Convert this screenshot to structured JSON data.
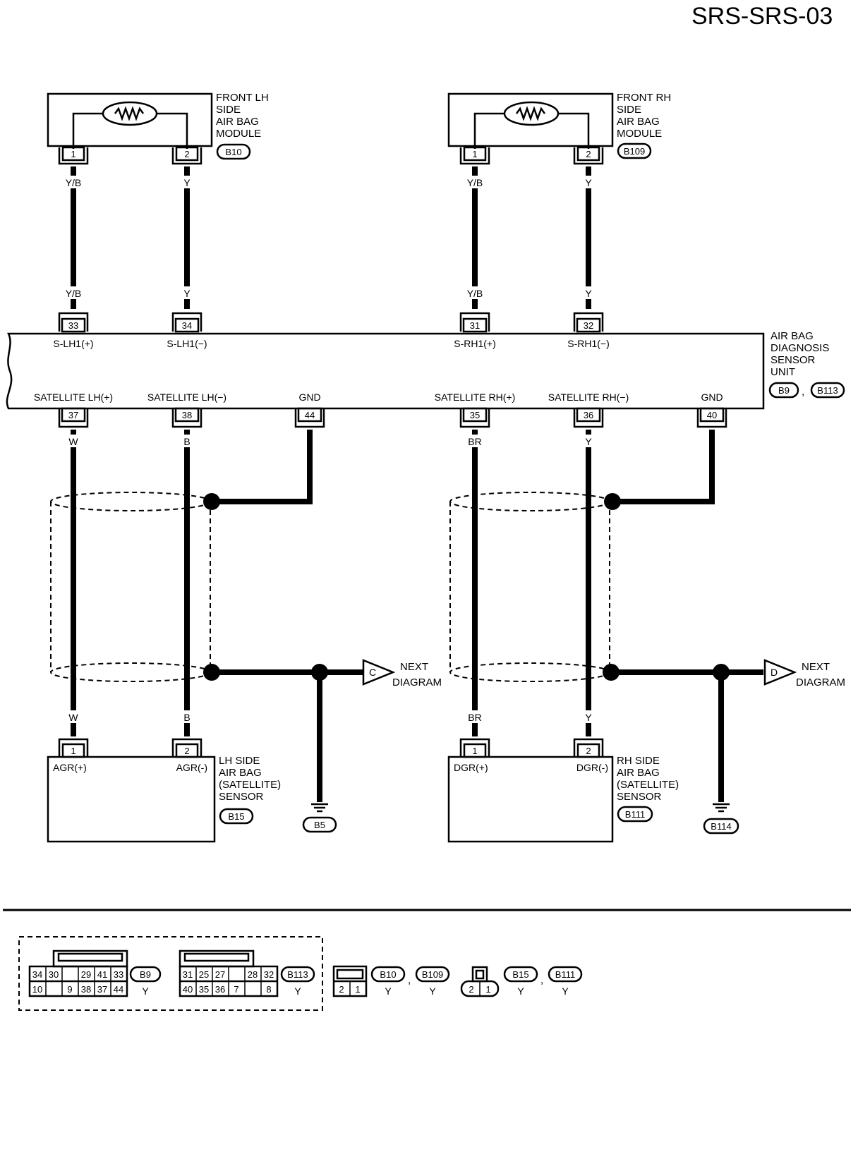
{
  "page_code": "SRS-SRS-03",
  "components": {
    "front_lh": {
      "lines": [
        "FRONT LH",
        "SIDE",
        "AIR BAG",
        "MODULE"
      ],
      "connector": "B10",
      "pins": [
        "1",
        "2"
      ]
    },
    "front_rh": {
      "lines": [
        "FRONT RH",
        "SIDE",
        "AIR BAG",
        "MODULE"
      ],
      "connector": "B109",
      "pins": [
        "1",
        "2"
      ]
    },
    "sensor_unit": {
      "lines": [
        "AIR BAG",
        "DIAGNOSIS",
        "SENSOR",
        "UNIT"
      ],
      "connectors": [
        "B9",
        "B113"
      ],
      "connector_sep": ",",
      "top_pins": [
        {
          "pin": "33",
          "label": "S-LH1(+)"
        },
        {
          "pin": "34",
          "label": "S-LH1(−)"
        },
        {
          "pin": "31",
          "label": "S-RH1(+)"
        },
        {
          "pin": "32",
          "label": "S-RH1(−)"
        }
      ],
      "bottom_pins": [
        {
          "pin": "37",
          "label": "SATELLITE LH(+)"
        },
        {
          "pin": "38",
          "label": "SATELLITE LH(−)"
        },
        {
          "pin": "44",
          "label": "GND"
        },
        {
          "pin": "35",
          "label": "SATELLITE RH(+)"
        },
        {
          "pin": "36",
          "label": "SATELLITE RH(−)"
        },
        {
          "pin": "40",
          "label": "GND"
        }
      ]
    },
    "lh_sensor": {
      "lines": [
        "LH SIDE",
        "AIR BAG",
        "(SATELLITE)",
        "SENSOR"
      ],
      "connector": "B15",
      "pins": [
        "1",
        "2"
      ],
      "pin_labels": [
        "AGR(+)",
        "AGR(-)"
      ]
    },
    "rh_sensor": {
      "lines": [
        "RH SIDE",
        "AIR BAG",
        "(SATELLITE)",
        "SENSOR"
      ],
      "connector": "B111",
      "pins": [
        "1",
        "2"
      ],
      "pin_labels": [
        "DGR(+)",
        "DGR(-)"
      ]
    },
    "grounds": [
      "B5",
      "B114"
    ]
  },
  "wires": {
    "front_lh_1": {
      "top": "Y/B",
      "bottom": "Y/B"
    },
    "front_lh_2": {
      "top": "Y",
      "bottom": "Y"
    },
    "front_rh_1": {
      "top": "Y/B",
      "bottom": "Y/B"
    },
    "front_rh_2": {
      "top": "Y",
      "bottom": "Y"
    },
    "sat_lh_plus": {
      "top": "W",
      "bottom": "W"
    },
    "sat_lh_minus": {
      "top": "B",
      "bottom": "B"
    },
    "sat_rh_plus": {
      "top": "BR",
      "bottom": "BR"
    },
    "sat_rh_minus": {
      "top": "Y",
      "bottom": "Y"
    }
  },
  "next": [
    {
      "letter": "C",
      "lines": [
        "NEXT",
        "DIAGRAM"
      ]
    },
    {
      "letter": "D",
      "lines": [
        "NEXT",
        "DIAGRAM"
      ]
    }
  ],
  "legend": {
    "b9": {
      "row1": [
        "34",
        "30",
        "",
        "29",
        "41",
        "33"
      ],
      "row2": [
        "10",
        "",
        "9",
        "38",
        "37",
        "44"
      ],
      "id": "B9",
      "color": "Y"
    },
    "b113": {
      "row1": [
        "31",
        "25",
        "27",
        "",
        "28",
        "32"
      ],
      "row2": [
        "40",
        "35",
        "36",
        "7",
        "",
        "8"
      ],
      "id": "B113",
      "color": "Y"
    },
    "small1": {
      "pins": [
        "2",
        "1"
      ],
      "ids": [
        "B10",
        "B109"
      ],
      "colors": [
        "Y",
        "Y"
      ],
      "sep": ","
    },
    "small2": {
      "pins": [
        "2",
        "1"
      ],
      "ids": [
        "B15",
        "B111"
      ],
      "colors": [
        "Y",
        "Y"
      ],
      "sep": ","
    }
  }
}
